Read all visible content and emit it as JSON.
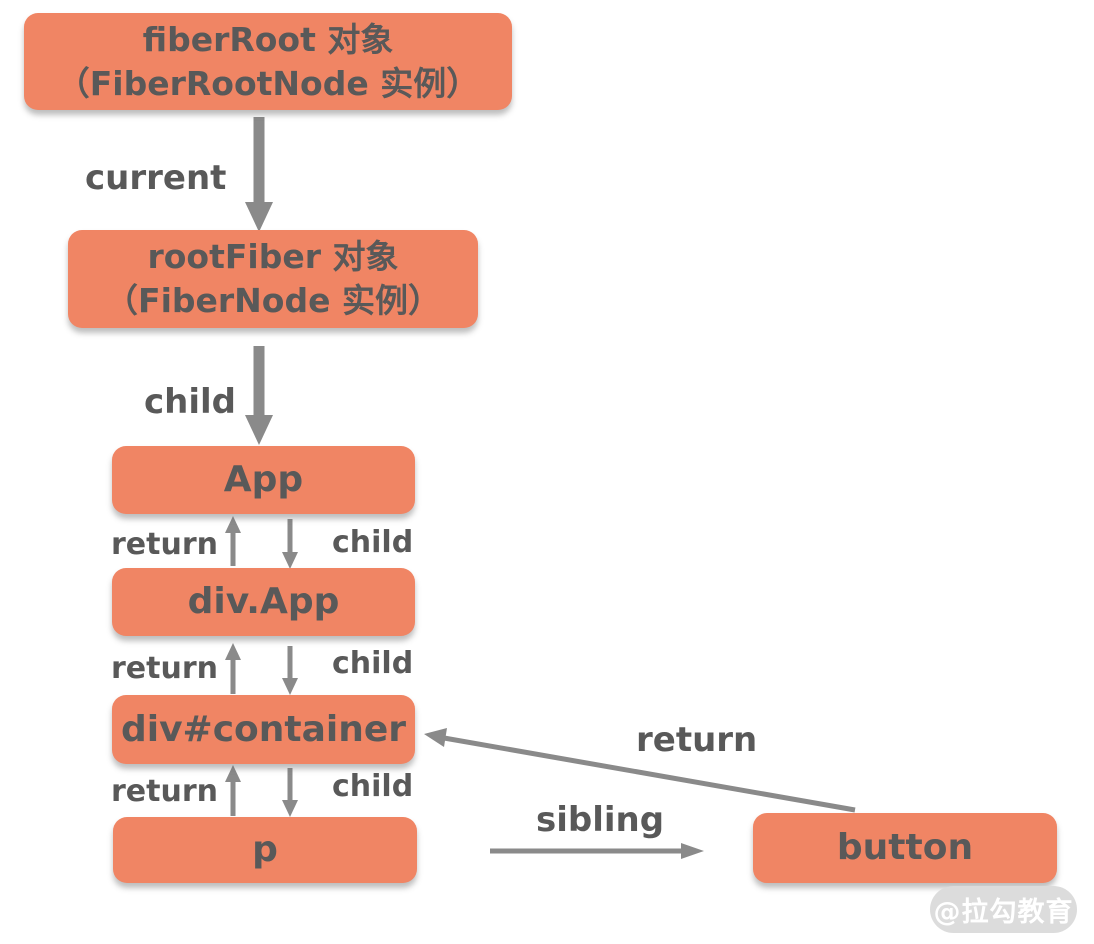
{
  "title": "React Fiber tree structure diagram",
  "nodes": {
    "fiber_root": {
      "line1": "fiberRoot 对象",
      "line2": "（FiberRootNode 实例）"
    },
    "root_fiber": {
      "line1": "rootFiber 对象",
      "line2": "（FiberNode 实例）"
    },
    "app": {
      "label": "App"
    },
    "div_app": {
      "label": "div.App"
    },
    "div_container": {
      "label": "div#container"
    },
    "p": {
      "label": "p"
    },
    "button": {
      "label": "button"
    }
  },
  "edge_labels": {
    "current": "current",
    "child_root": "child",
    "return_1": "return",
    "child_1": "child",
    "return_2": "return",
    "child_2": "child",
    "return_3": "return",
    "child_3": "child",
    "sibling": "sibling",
    "return_button": "return"
  },
  "watermark": "@拉勾教育",
  "colors": {
    "node_fill": "#F08564",
    "node_text": "#595959",
    "arrow": "#8A8A8A",
    "watermark_bg": "#DCDCDC",
    "watermark_text": "#FFFFFF"
  }
}
